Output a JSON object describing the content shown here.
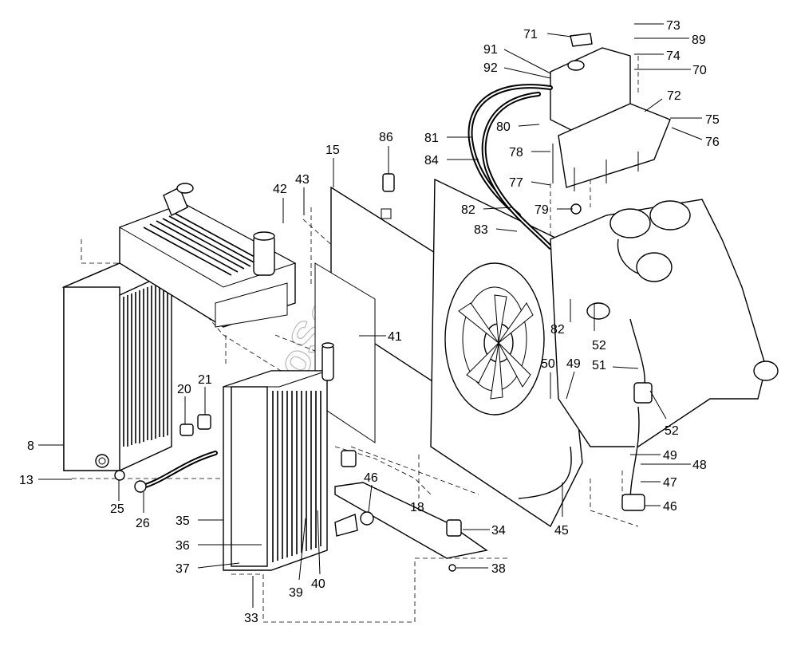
{
  "watermark": "AutoSoft",
  "callouts": [
    {
      "id": "c8",
      "label": "8"
    },
    {
      "id": "c13",
      "label": "13"
    },
    {
      "id": "c15",
      "label": "15"
    },
    {
      "id": "c18",
      "label": "18"
    },
    {
      "id": "c20",
      "label": "20"
    },
    {
      "id": "c21",
      "label": "21"
    },
    {
      "id": "c25",
      "label": "25"
    },
    {
      "id": "c26",
      "label": "26"
    },
    {
      "id": "c33",
      "label": "33"
    },
    {
      "id": "c34",
      "label": "34"
    },
    {
      "id": "c35",
      "label": "35"
    },
    {
      "id": "c36",
      "label": "36"
    },
    {
      "id": "c37",
      "label": "37"
    },
    {
      "id": "c38",
      "label": "38"
    },
    {
      "id": "c39",
      "label": "39"
    },
    {
      "id": "c40",
      "label": "40"
    },
    {
      "id": "c41",
      "label": "41"
    },
    {
      "id": "c42",
      "label": "42"
    },
    {
      "id": "c43",
      "label": "43"
    },
    {
      "id": "c45",
      "label": "45"
    },
    {
      "id": "c46a",
      "label": "46"
    },
    {
      "id": "c46b",
      "label": "46"
    },
    {
      "id": "c47",
      "label": "47"
    },
    {
      "id": "c48",
      "label": "48"
    },
    {
      "id": "c49a",
      "label": "49"
    },
    {
      "id": "c49b",
      "label": "49"
    },
    {
      "id": "c50",
      "label": "50"
    },
    {
      "id": "c51",
      "label": "51"
    },
    {
      "id": "c52a",
      "label": "52"
    },
    {
      "id": "c52b",
      "label": "52"
    },
    {
      "id": "c70",
      "label": "70"
    },
    {
      "id": "c71",
      "label": "71"
    },
    {
      "id": "c72",
      "label": "72"
    },
    {
      "id": "c73",
      "label": "73"
    },
    {
      "id": "c74",
      "label": "74"
    },
    {
      "id": "c75",
      "label": "75"
    },
    {
      "id": "c76",
      "label": "76"
    },
    {
      "id": "c77",
      "label": "77"
    },
    {
      "id": "c78",
      "label": "78"
    },
    {
      "id": "c79",
      "label": "79"
    },
    {
      "id": "c80",
      "label": "80"
    },
    {
      "id": "c81",
      "label": "81"
    },
    {
      "id": "c82a",
      "label": "82"
    },
    {
      "id": "c82b",
      "label": "82"
    },
    {
      "id": "c83",
      "label": "83"
    },
    {
      "id": "c84",
      "label": "84"
    },
    {
      "id": "c86",
      "label": "86"
    },
    {
      "id": "c89",
      "label": "89"
    },
    {
      "id": "c91",
      "label": "91"
    },
    {
      "id": "c92",
      "label": "92"
    }
  ]
}
